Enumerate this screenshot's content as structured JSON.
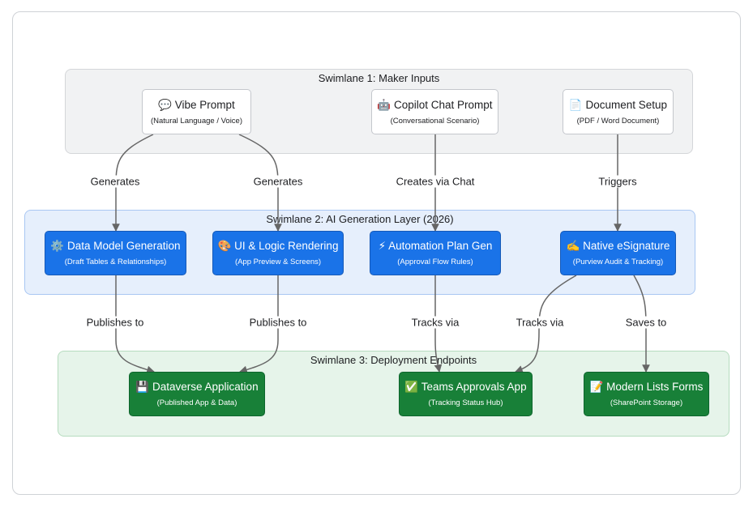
{
  "swimlanes": [
    {
      "id": "lane1",
      "title": "Swimlane 1: Maker Inputs"
    },
    {
      "id": "lane2",
      "title": "Swimlane 2: AI Generation Layer (2026)"
    },
    {
      "id": "lane3",
      "title": "Swimlane 3: Deployment Endpoints"
    }
  ],
  "nodes": {
    "vibe": {
      "icon": "💬",
      "icon_name": "speech-bubble-icon",
      "title": "Vibe Prompt",
      "subtitle": "(Natural Language / Voice)"
    },
    "copilot": {
      "icon": "🤖",
      "icon_name": "robot-icon",
      "title": "Copilot Chat Prompt",
      "subtitle": "(Conversational Scenario)"
    },
    "document": {
      "icon": "📄",
      "icon_name": "document-icon",
      "title": "Document Setup",
      "subtitle": "(PDF / Word Document)"
    },
    "datamodel": {
      "icon": "⚙️",
      "icon_name": "gear-icon",
      "title": "Data Model Generation",
      "subtitle": "(Draft Tables & Relationships)"
    },
    "uilogic": {
      "icon": "🎨",
      "icon_name": "palette-icon",
      "title": "UI & Logic Rendering",
      "subtitle": "(App Preview & Screens)"
    },
    "automation": {
      "icon": "⚡",
      "icon_name": "lightning-icon",
      "title": "Automation Plan Gen",
      "subtitle": "(Approval Flow Rules)"
    },
    "esign": {
      "icon": "✍️",
      "icon_name": "writing-hand-icon",
      "title": "Native eSignature",
      "subtitle": "(Purview Audit & Tracking)"
    },
    "dataverse": {
      "icon": "💾",
      "icon_name": "floppy-disk-icon",
      "title": "Dataverse Application",
      "subtitle": "(Published App & Data)"
    },
    "teams": {
      "icon": "✅",
      "icon_name": "check-mark-icon",
      "title": "Teams Approvals App",
      "subtitle": "(Tracking Status Hub)"
    },
    "lists": {
      "icon": "📝",
      "icon_name": "memo-icon",
      "title": "Modern Lists Forms",
      "subtitle": "(SharePoint Storage)"
    }
  },
  "edges": [
    {
      "from": "vibe",
      "to": "datamodel",
      "label": "Generates"
    },
    {
      "from": "vibe",
      "to": "uilogic",
      "label": "Generates"
    },
    {
      "from": "copilot",
      "to": "automation",
      "label": "Creates via Chat"
    },
    {
      "from": "document",
      "to": "esign",
      "label": "Triggers"
    },
    {
      "from": "datamodel",
      "to": "dataverse",
      "label": "Publishes to"
    },
    {
      "from": "uilogic",
      "to": "dataverse",
      "label": "Publishes to"
    },
    {
      "from": "automation",
      "to": "teams",
      "label": "Tracks via"
    },
    {
      "from": "esign",
      "to": "teams",
      "label": "Tracks via"
    },
    {
      "from": "esign",
      "to": "lists",
      "label": "Saves to"
    }
  ],
  "colors": {
    "input_node": "#ffffff",
    "generation_node": "#1a73e8",
    "deployment_node": "#188038",
    "lane1_bg": "#f1f2f3",
    "lane2_bg": "#e6effc",
    "lane3_bg": "#e6f4ea",
    "edge": "#666666"
  }
}
